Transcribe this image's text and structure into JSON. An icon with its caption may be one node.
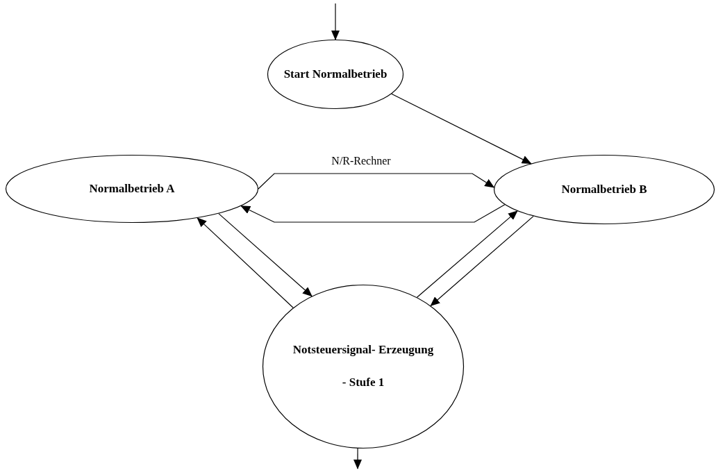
{
  "diagram": {
    "nodes": [
      {
        "text": [
          "Start Normalbetrieb"
        ]
      },
      {
        "text": [
          "Normalbetrieb A"
        ]
      },
      {
        "text": [
          "Normalbetrieb B"
        ]
      },
      {
        "text": [
          "Notsteuersignal- Erzeugung",
          "- Stufe 1"
        ]
      }
    ],
    "edges": [
      {
        "from": null,
        "to": 0,
        "arrow": "to"
      },
      {
        "from": 0,
        "to": 2,
        "arrow": "to"
      },
      {
        "from": 1,
        "to": 2,
        "arrow": "to",
        "label": "N/R-Rechner"
      },
      {
        "from": 2,
        "to": 1,
        "arrow": "to"
      },
      {
        "from": 1,
        "to": 3,
        "arrow": "to"
      },
      {
        "from": 3,
        "to": 1,
        "arrow": "to"
      },
      {
        "from": 3,
        "to": 2,
        "arrow": "to"
      },
      {
        "from": 2,
        "to": 3,
        "arrow": "to"
      },
      {
        "from": 3,
        "to": null,
        "arrow": "to"
      }
    ]
  }
}
